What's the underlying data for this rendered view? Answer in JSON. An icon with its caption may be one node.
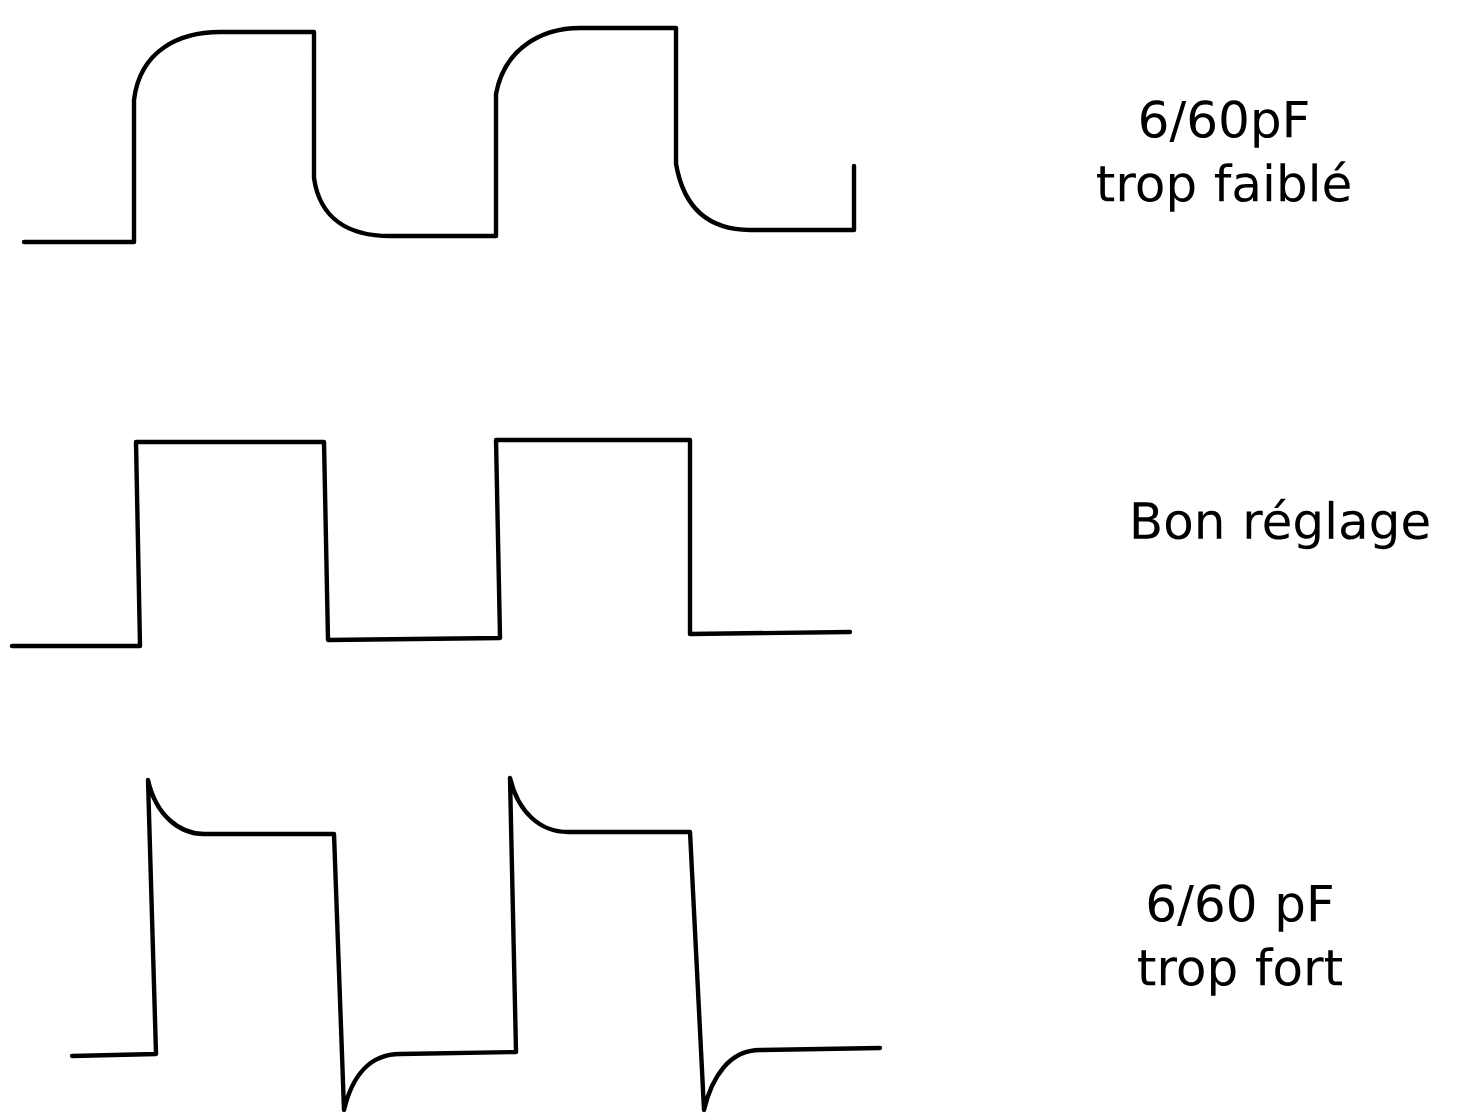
{
  "diagram": {
    "labels": [
      "6/60pF trop faiblé",
      "Bon réglage",
      "6/60 pF trop fort"
    ]
  }
}
